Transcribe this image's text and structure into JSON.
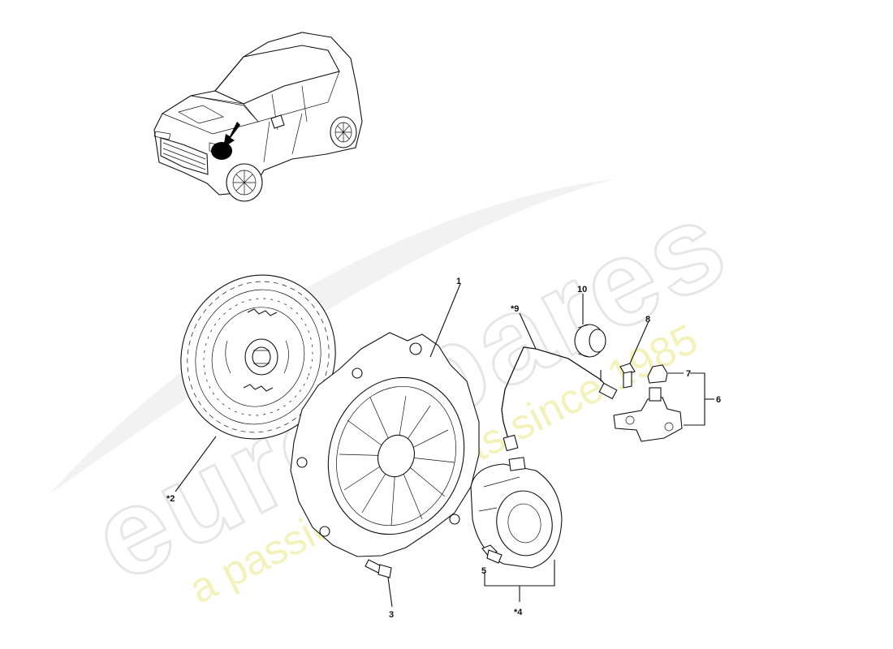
{
  "watermark": {
    "brand": "eurospares",
    "tagline": "a passion for parts since 1985",
    "colors": {
      "brand_outline": "#e6e6e6",
      "tagline": "#f3f0b0"
    }
  },
  "callouts": {
    "p1": "1",
    "p2": "*2",
    "p3": "3",
    "p4": "*4",
    "p5": "5",
    "p6": "6",
    "p7": "7",
    "p8": "8",
    "p9": "*9",
    "p10": "10"
  },
  "locator": {
    "icon": "car-locator-arrow-icon"
  }
}
